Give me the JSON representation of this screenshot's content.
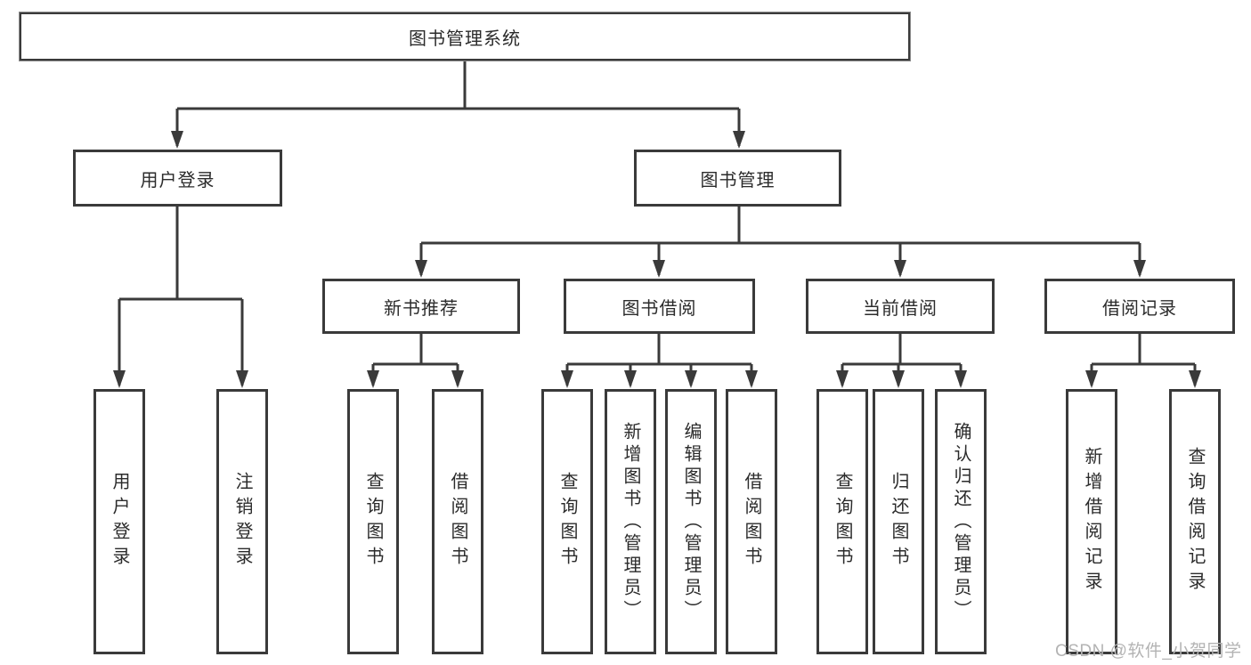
{
  "watermark": "CSDN @软件_小贺同学",
  "colors": {
    "line": "#3a3a3a",
    "border": "#3a3a3a",
    "text": "#2b2b2b",
    "watermark_text": "#b3b3b3",
    "background": "#ffffff"
  },
  "diagram": {
    "root": {
      "label": "图书管理系统"
    },
    "level2": [
      {
        "label": "用户登录"
      },
      {
        "label": "图书管理"
      }
    ],
    "level3": [
      {
        "label": "新书推荐"
      },
      {
        "label": "图书借阅"
      },
      {
        "label": "当前借阅"
      },
      {
        "label": "借阅记录"
      }
    ],
    "leaves": {
      "user_login": [
        "用户登录",
        "注销登录"
      ],
      "new_books": [
        "查询图书",
        "借阅图书"
      ],
      "borrowing": [
        "查询图书",
        "新增图书（管理员）",
        "编辑图书（管理员）",
        "借阅图书"
      ],
      "current": [
        "查询图书",
        "归还图书",
        "确认归还（管理员）"
      ],
      "records": [
        "新增借阅记录",
        "查询借阅记录"
      ]
    }
  }
}
